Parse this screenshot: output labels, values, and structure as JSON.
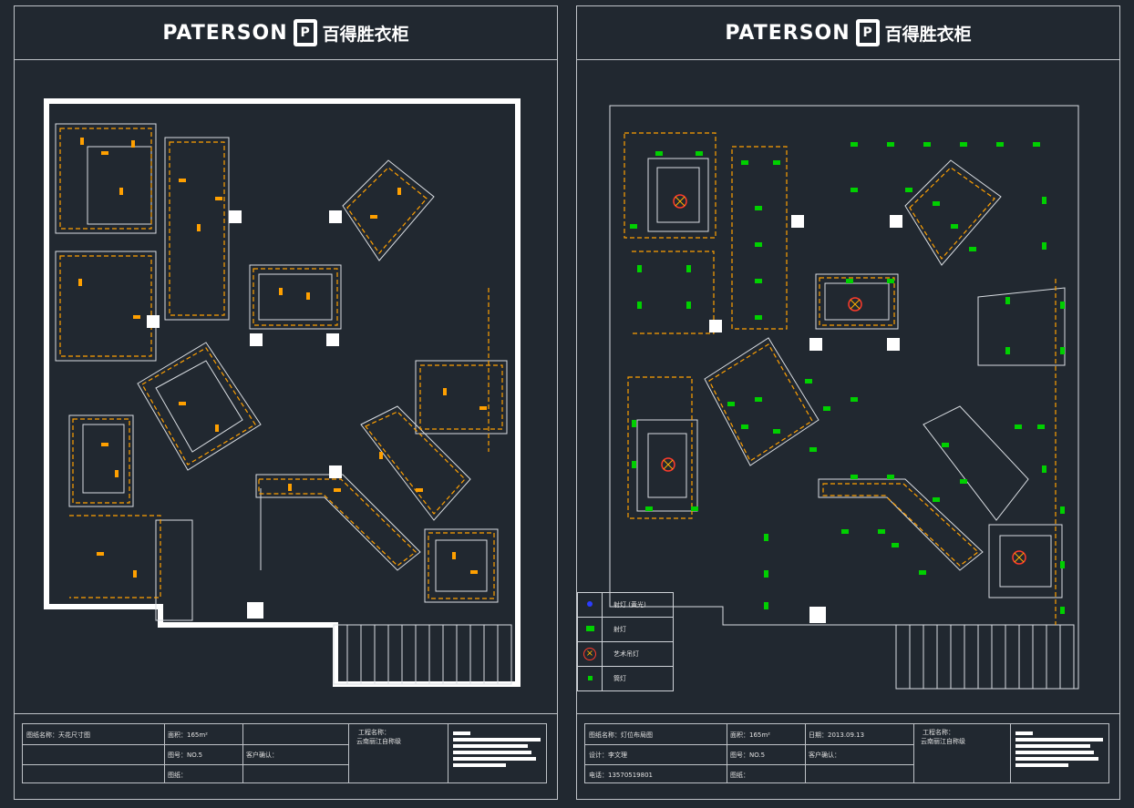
{
  "brand": {
    "latin": "PATERSON",
    "logo_glyph": "P",
    "cjk": "百得胜衣柜"
  },
  "colors": {
    "background": "#212830",
    "lines": "#bfc3c8",
    "ceiling_edge": "#ffa000",
    "light_green": "#00d000",
    "light_red": "#ff3b2b",
    "light_blue": "#2b3cff"
  },
  "legend": [
    {
      "symbol": "blue-dot",
      "label": "射灯 (黄光)"
    },
    {
      "symbol": "green-rect",
      "label": "射灯"
    },
    {
      "symbol": "red-cross",
      "label": "艺术吊灯"
    },
    {
      "symbol": "green-square",
      "label": "筒灯"
    }
  ],
  "left_titleblock": {
    "drawing_name": "图纸名称：天花尺寸图",
    "area": "面积：165m²",
    "sheet_no": "图号：NO.5",
    "scale": "图纸：",
    "client_confirm": "客户确认：",
    "project_name_label": "工程名称：",
    "project_name": "云南丽江自称级"
  },
  "right_titleblock": {
    "drawing_name": "图纸名称：灯位布局图",
    "area": "面积：165m²",
    "date": "日期：2013.09.13",
    "designer": "设计：李文理",
    "sheet_no": "图号：NO.5",
    "client_confirm": "客户确认：",
    "phone": "电话：13570519801",
    "scale": "图纸：",
    "project_name_label": "工程名称：",
    "project_name": "云南丽江自称级"
  }
}
